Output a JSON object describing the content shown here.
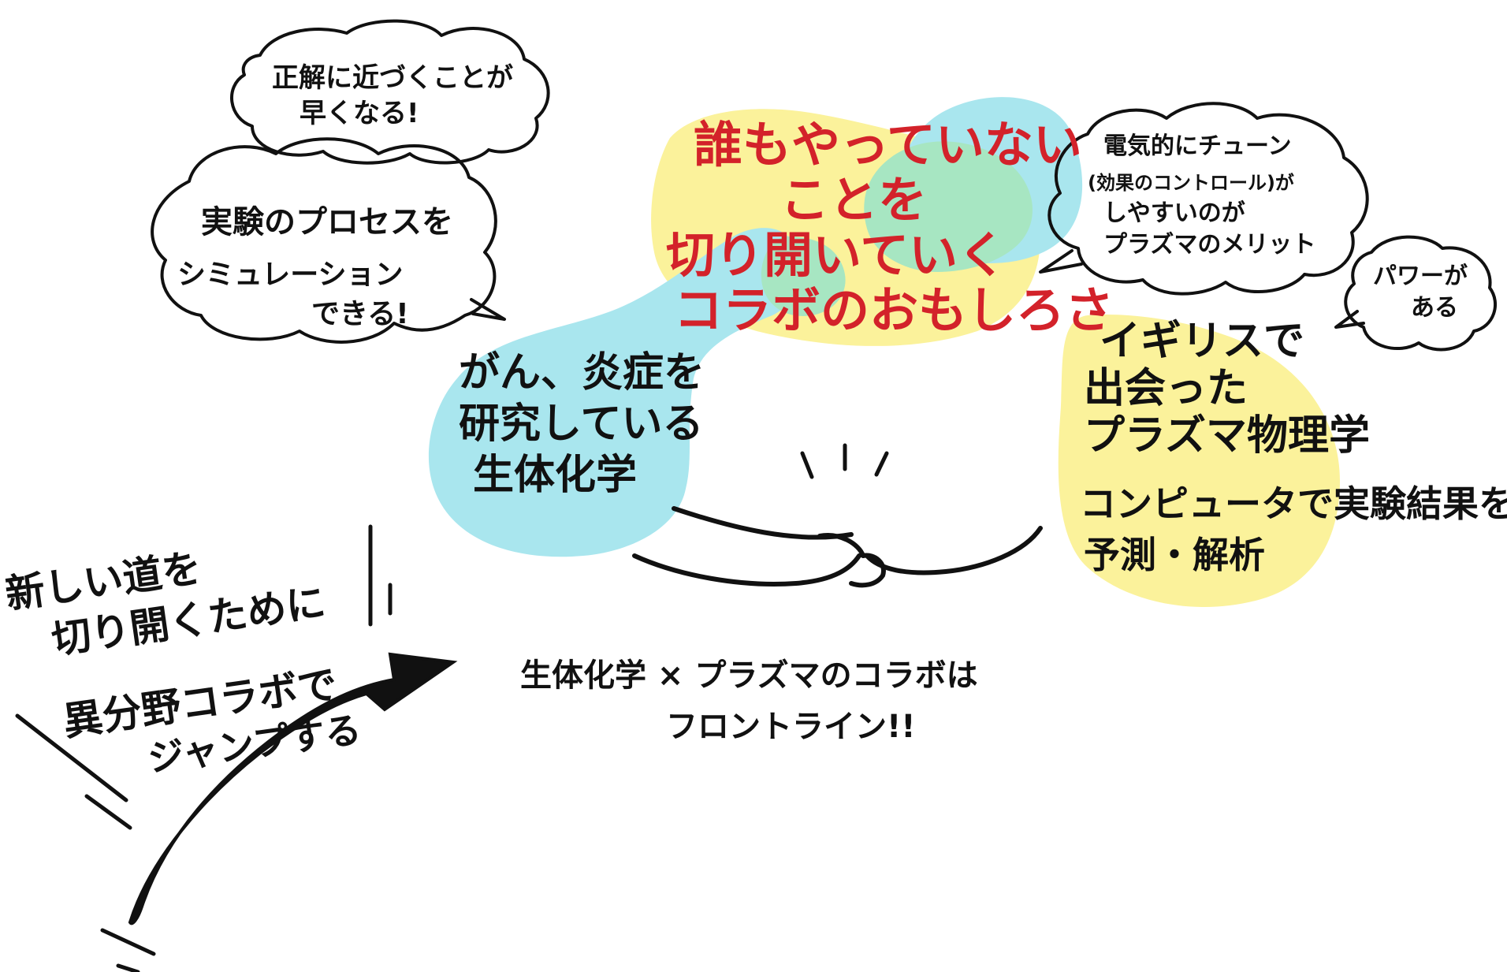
{
  "colors": {
    "yellow": "#fbf29b",
    "cyan": "#a9e6ee",
    "green": "#a7e6c2",
    "ink": "#111111",
    "red": "#d3222a"
  },
  "bubbles": {
    "top": [
      "正解に近づくことが",
      "早くなる!"
    ],
    "simulation": [
      "実験のプロセスを",
      "シミュレーション",
      "できる!"
    ],
    "electric": [
      "電気的にチューン",
      "(効果のコントロール)が",
      "しやすいのが",
      "プラズマのメリット"
    ],
    "power": [
      "パワーが",
      "ある"
    ]
  },
  "headline": [
    "誰もやっていない",
    "ことを",
    "切り開いていく",
    "コラボのおもしろさ"
  ],
  "biochem": [
    "がん、炎症を",
    "研究している",
    "生体化学"
  ],
  "plasma": [
    "イギリスで",
    "出会った",
    "プラズマ物理学"
  ],
  "computer": [
    "コンピュータで実験結果を",
    "予測・解析"
  ],
  "left_text": [
    "新しい道を",
    "切り開くために",
    "異分野コラボで",
    "ジャンプする"
  ],
  "bottom_text": [
    "生体化学 × プラズマのコラボは",
    "フロントライン!!"
  ],
  "icons": {
    "arrow": "jump-arrow-icon",
    "character": "hugging-character-icon",
    "speech": "speech-bubble-icon"
  }
}
